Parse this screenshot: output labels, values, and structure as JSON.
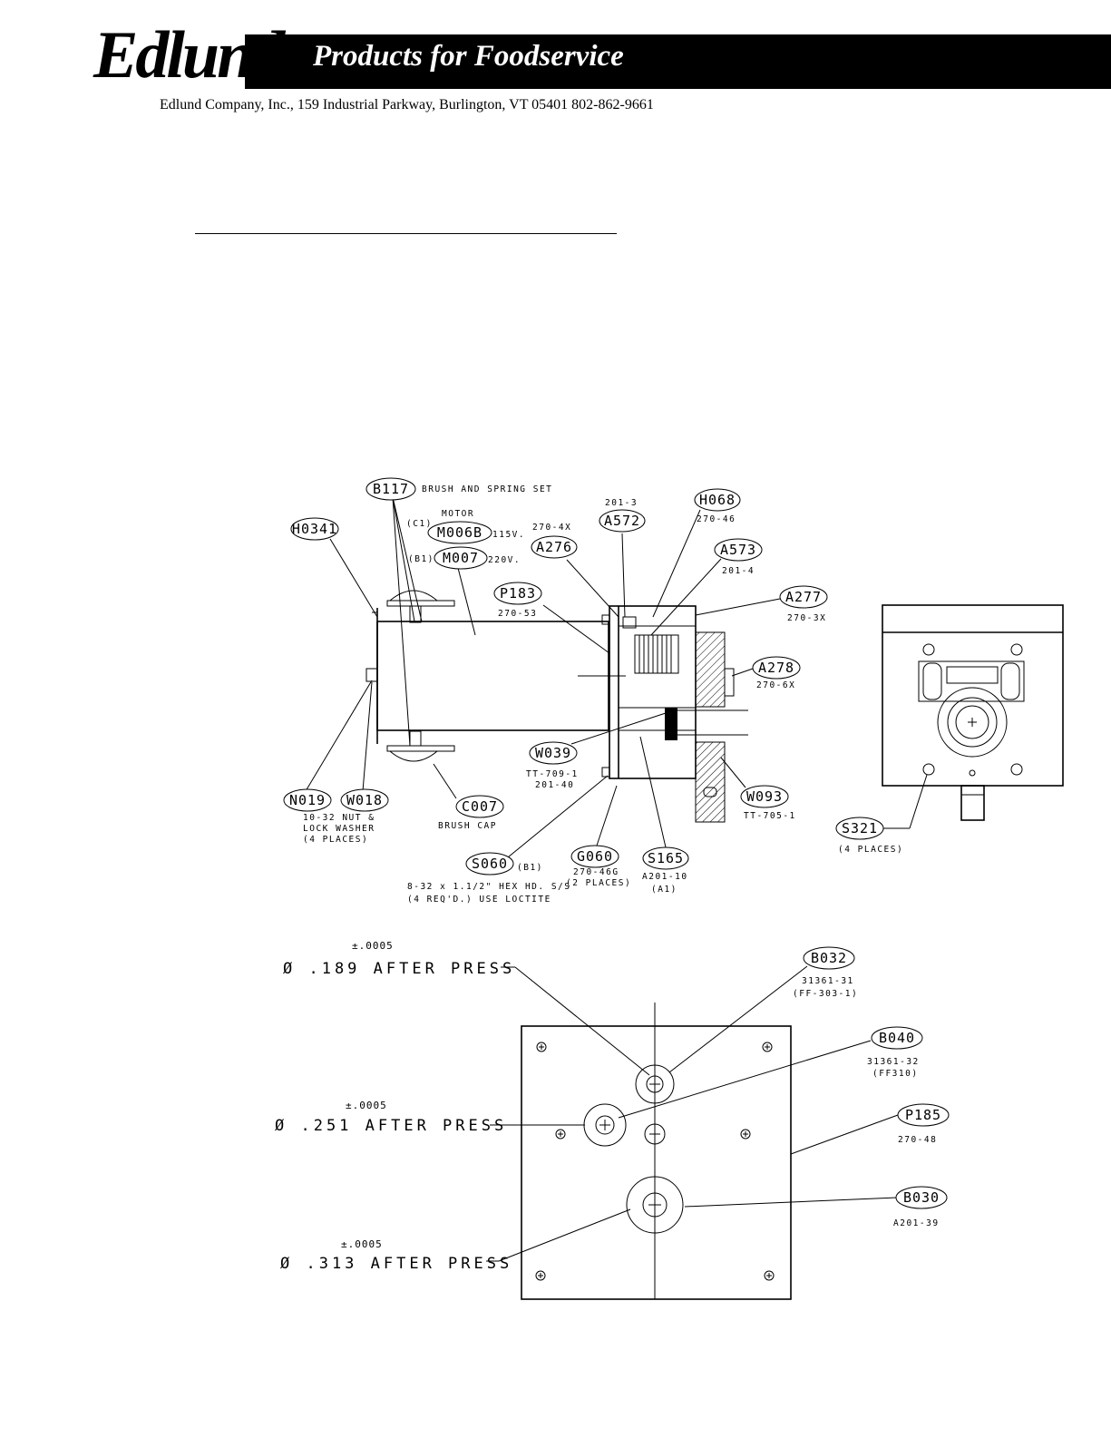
{
  "header": {
    "logo": "Edlund",
    "tagline": "Products for Foodservice",
    "address": "Edlund Company, Inc., 159 Industrial Parkway, Burlington, VT 05401  802-862-9661"
  },
  "assembly": {
    "callouts": {
      "B117": "B117",
      "H0341": "H0341",
      "M006B": "M006B",
      "M007": "M007",
      "A276": "A276",
      "A572": "A572",
      "H068": "H068",
      "A573": "A573",
      "P183": "P183",
      "A277": "A277",
      "A278": "A278",
      "W039": "W039",
      "N019": "N019",
      "W018": "W018",
      "C007": "C007",
      "W093": "W093",
      "S060": "S060",
      "G060": "G060",
      "S165": "S165",
      "S321": "S321"
    },
    "notes": {
      "brush_set": "BRUSH AND SPRING SET",
      "c1": "(C1)",
      "motor": "MOTOR",
      "v115": "115V.",
      "b1": "(B1)",
      "v220": "220V.",
      "n201_3": "201-3",
      "n270_4x": "270-4X",
      "n270_46": "270-46",
      "n201_4": "201-4",
      "n270_53": "270-53",
      "n270_3x": "270-3X",
      "n270_6x": "270-6X",
      "tt709": "TT-709-1",
      "n201_40": "201-40",
      "nut1": "10-32 NUT &",
      "nut2": "LOCK WASHER",
      "nut3": "(4 PLACES)",
      "brush_cap": "BRUSH CAP",
      "tt705": "TT-705-1",
      "s060_b1": "(B1)",
      "screw1": "8-32 x 1.1/2\" HEX HD. S/S",
      "screw2": "(4 REQ'D.) USE LOCTITE",
      "g060_a": "270-46G",
      "g060_b": "(2 PLACES)",
      "s165_a": "A201-10",
      "s165_b": "(A1)",
      "s321_places": "(4 PLACES)"
    }
  },
  "plate": {
    "tol1": "±.0005",
    "dim1": "Ø .189 AFTER PRESS",
    "tol2": "±.0005",
    "dim2": "Ø .251 AFTER PRESS",
    "tol3": "±.0005",
    "dim3": "Ø .313 AFTER PRESS",
    "callouts": {
      "B032": "B032",
      "B040": "B040",
      "P185": "P185",
      "B030": "B030"
    },
    "notes": {
      "b032_a": "31361-31",
      "b032_b": "(FF-303-1)",
      "b040_a": "31361-32",
      "b040_b": "(FF310)",
      "p185": "270-48",
      "b030": "A201-39"
    }
  }
}
